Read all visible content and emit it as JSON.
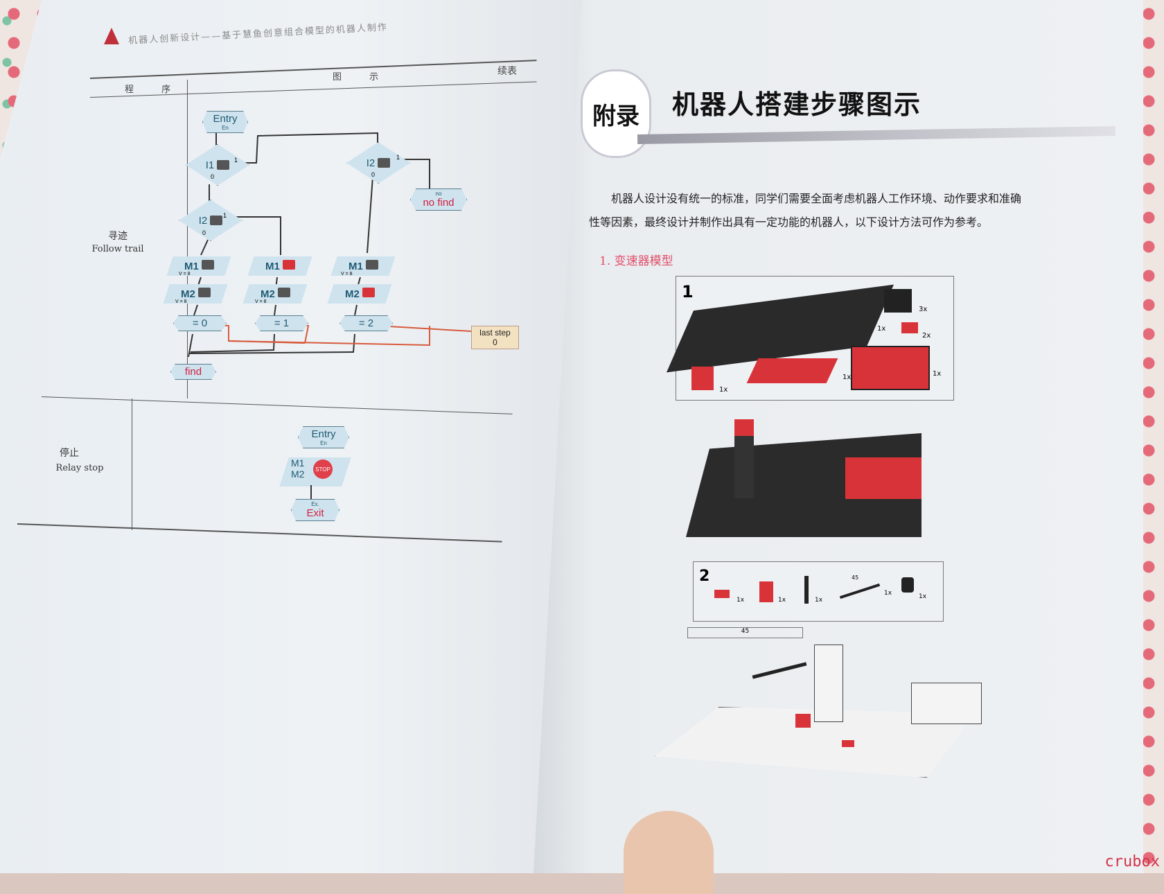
{
  "left": {
    "header": "机器人创新设计——基于慧鱼创意组合模型的机器人制作",
    "continued": "续表",
    "col_program": "程 序",
    "col_diagram": "图 示",
    "rows": [
      {
        "cn": "寻迹",
        "en": "Follow trail"
      },
      {
        "cn": "停止",
        "en": "Relay stop"
      }
    ],
    "flow": {
      "entry": "Entry",
      "en": "En",
      "i1": "I1",
      "i2": "I2",
      "one": "1",
      "zero": "0",
      "no_find_small": "no",
      "no_find": "no find",
      "m1": "M1",
      "m2": "M2",
      "v8": "V = 8",
      "eq0": "= 0",
      "eq1": "= 1",
      "eq2": "= 2",
      "last_step": "last step",
      "last_step_val": "0",
      "find": "find",
      "stop": "STOP",
      "exit_small": "Ex.",
      "exit": "Exit"
    }
  },
  "right": {
    "badge": "附录",
    "title": "机器人搭建步骤图示",
    "para1": "机器人设计没有统一的标准，同学们需要全面考虑机器人工作环境、动作要求和准确",
    "para2": "性等因素，最终设计并制作出具有一定功能的机器人，以下设计方法可作为参考。",
    "section": "1. 变速器模型",
    "step1": "1",
    "step2": "2",
    "qty": {
      "q3x": "3x",
      "q1x": "1x",
      "q2x": "2x"
    },
    "axle_len": "45"
  },
  "watermark": "crubox"
}
